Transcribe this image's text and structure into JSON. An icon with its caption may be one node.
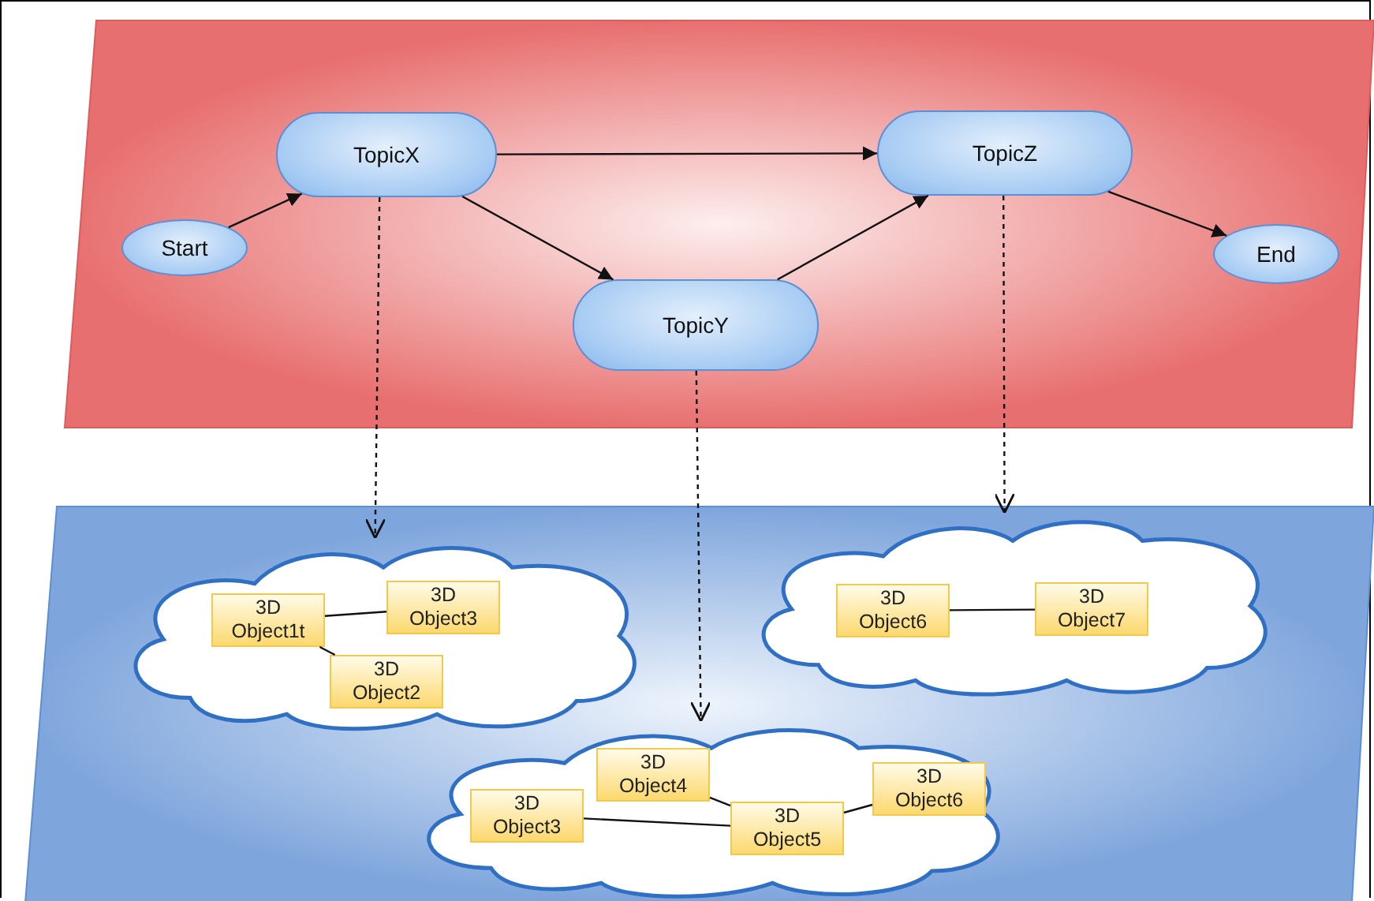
{
  "diagram": {
    "nodes": [
      {
        "text": [],
        "shape": "parallelogram"
      },
      {
        "text": [
          "Start"
        ],
        "in": 0
      },
      {
        "text": [
          "TopicX"
        ],
        "in": 0
      },
      {
        "text": [
          "TopicZ"
        ],
        "in": 0
      },
      {
        "text": [
          "TopicY"
        ],
        "in": 0
      },
      {
        "text": [
          "End"
        ],
        "in": 0
      },
      {
        "text": [],
        "shape": "parallelogram"
      },
      {
        "text": [],
        "shape": "cloud",
        "in": 6
      },
      {
        "text": [
          "3D Object1t"
        ],
        "in": 7
      },
      {
        "text": [
          "3D Object3"
        ],
        "in": 7
      },
      {
        "text": [
          "3D Object2"
        ],
        "in": 7
      },
      {
        "text": [],
        "shape": "cloud",
        "in": 6
      },
      {
        "text": [
          "3D Object6"
        ],
        "in": 11
      },
      {
        "text": [
          "3D Object7"
        ],
        "in": 11
      },
      {
        "text": [],
        "shape": "cloud",
        "in": 6
      },
      {
        "text": [
          "3D Object4"
        ],
        "in": 14
      },
      {
        "text": [
          "3D Object3"
        ],
        "in": 14
      },
      {
        "text": [
          "3D Object5"
        ],
        "in": 14
      },
      {
        "text": [
          "3D Object6"
        ],
        "in": 14
      }
    ],
    "edges": [
      {
        "from": 1,
        "to": 2,
        "arrow": "to"
      },
      {
        "from": 2,
        "to": 3,
        "arrow": "to"
      },
      {
        "from": 2,
        "to": 4,
        "arrow": "to"
      },
      {
        "from": 4,
        "to": 3,
        "arrow": "to"
      },
      {
        "from": 3,
        "to": 5,
        "arrow": "to"
      },
      {
        "from": 2,
        "to": 7,
        "arrow": "to",
        "style": "dashed"
      },
      {
        "from": 4,
        "to": 14,
        "arrow": "to",
        "style": "dashed"
      },
      {
        "from": 3,
        "to": 11,
        "arrow": "to",
        "style": "dashed"
      },
      {
        "from": 8,
        "to": 9,
        "arrow": "none"
      },
      {
        "from": 8,
        "to": 10,
        "arrow": "none"
      },
      {
        "from": 12,
        "to": 13,
        "arrow": "none"
      },
      {
        "from": 15,
        "to": 17,
        "arrow": "none"
      },
      {
        "from": 16,
        "to": 17,
        "arrow": "none"
      },
      {
        "from": 17,
        "to": 18,
        "arrow": "none"
      }
    ]
  }
}
